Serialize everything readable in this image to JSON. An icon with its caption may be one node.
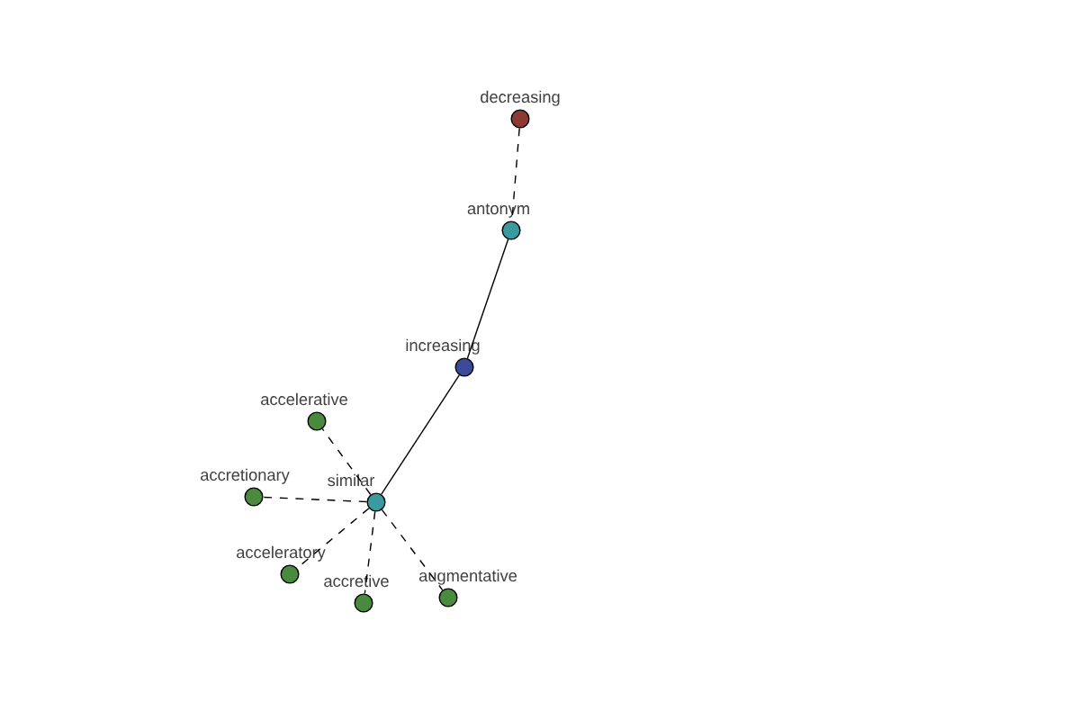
{
  "diagram": {
    "nodes": [
      {
        "text": [
          "decreasing"
        ]
      },
      {
        "text": [
          "antonym"
        ]
      },
      {
        "text": [
          "increasing"
        ]
      },
      {
        "text": [
          "accelerative"
        ]
      },
      {
        "text": [
          "accretionary"
        ]
      },
      {
        "text": [
          "similar"
        ]
      },
      {
        "text": [
          "acceleratory"
        ]
      },
      {
        "text": [
          "accretive"
        ]
      },
      {
        "text": [
          "augmentative"
        ]
      }
    ],
    "edges": [
      {
        "from": 0,
        "to": 1,
        "arrow": "none",
        "style": "dashed"
      },
      {
        "from": 1,
        "to": 2,
        "arrow": "none"
      },
      {
        "from": 2,
        "to": 5,
        "arrow": "none"
      },
      {
        "from": 5,
        "to": 3,
        "arrow": "none",
        "style": "dashed"
      },
      {
        "from": 5,
        "to": 4,
        "arrow": "none",
        "style": "dashed"
      },
      {
        "from": 5,
        "to": 6,
        "arrow": "none",
        "style": "dashed"
      },
      {
        "from": 5,
        "to": 7,
        "arrow": "none",
        "style": "dashed"
      },
      {
        "from": 5,
        "to": 8,
        "arrow": "none",
        "style": "dashed"
      }
    ]
  }
}
